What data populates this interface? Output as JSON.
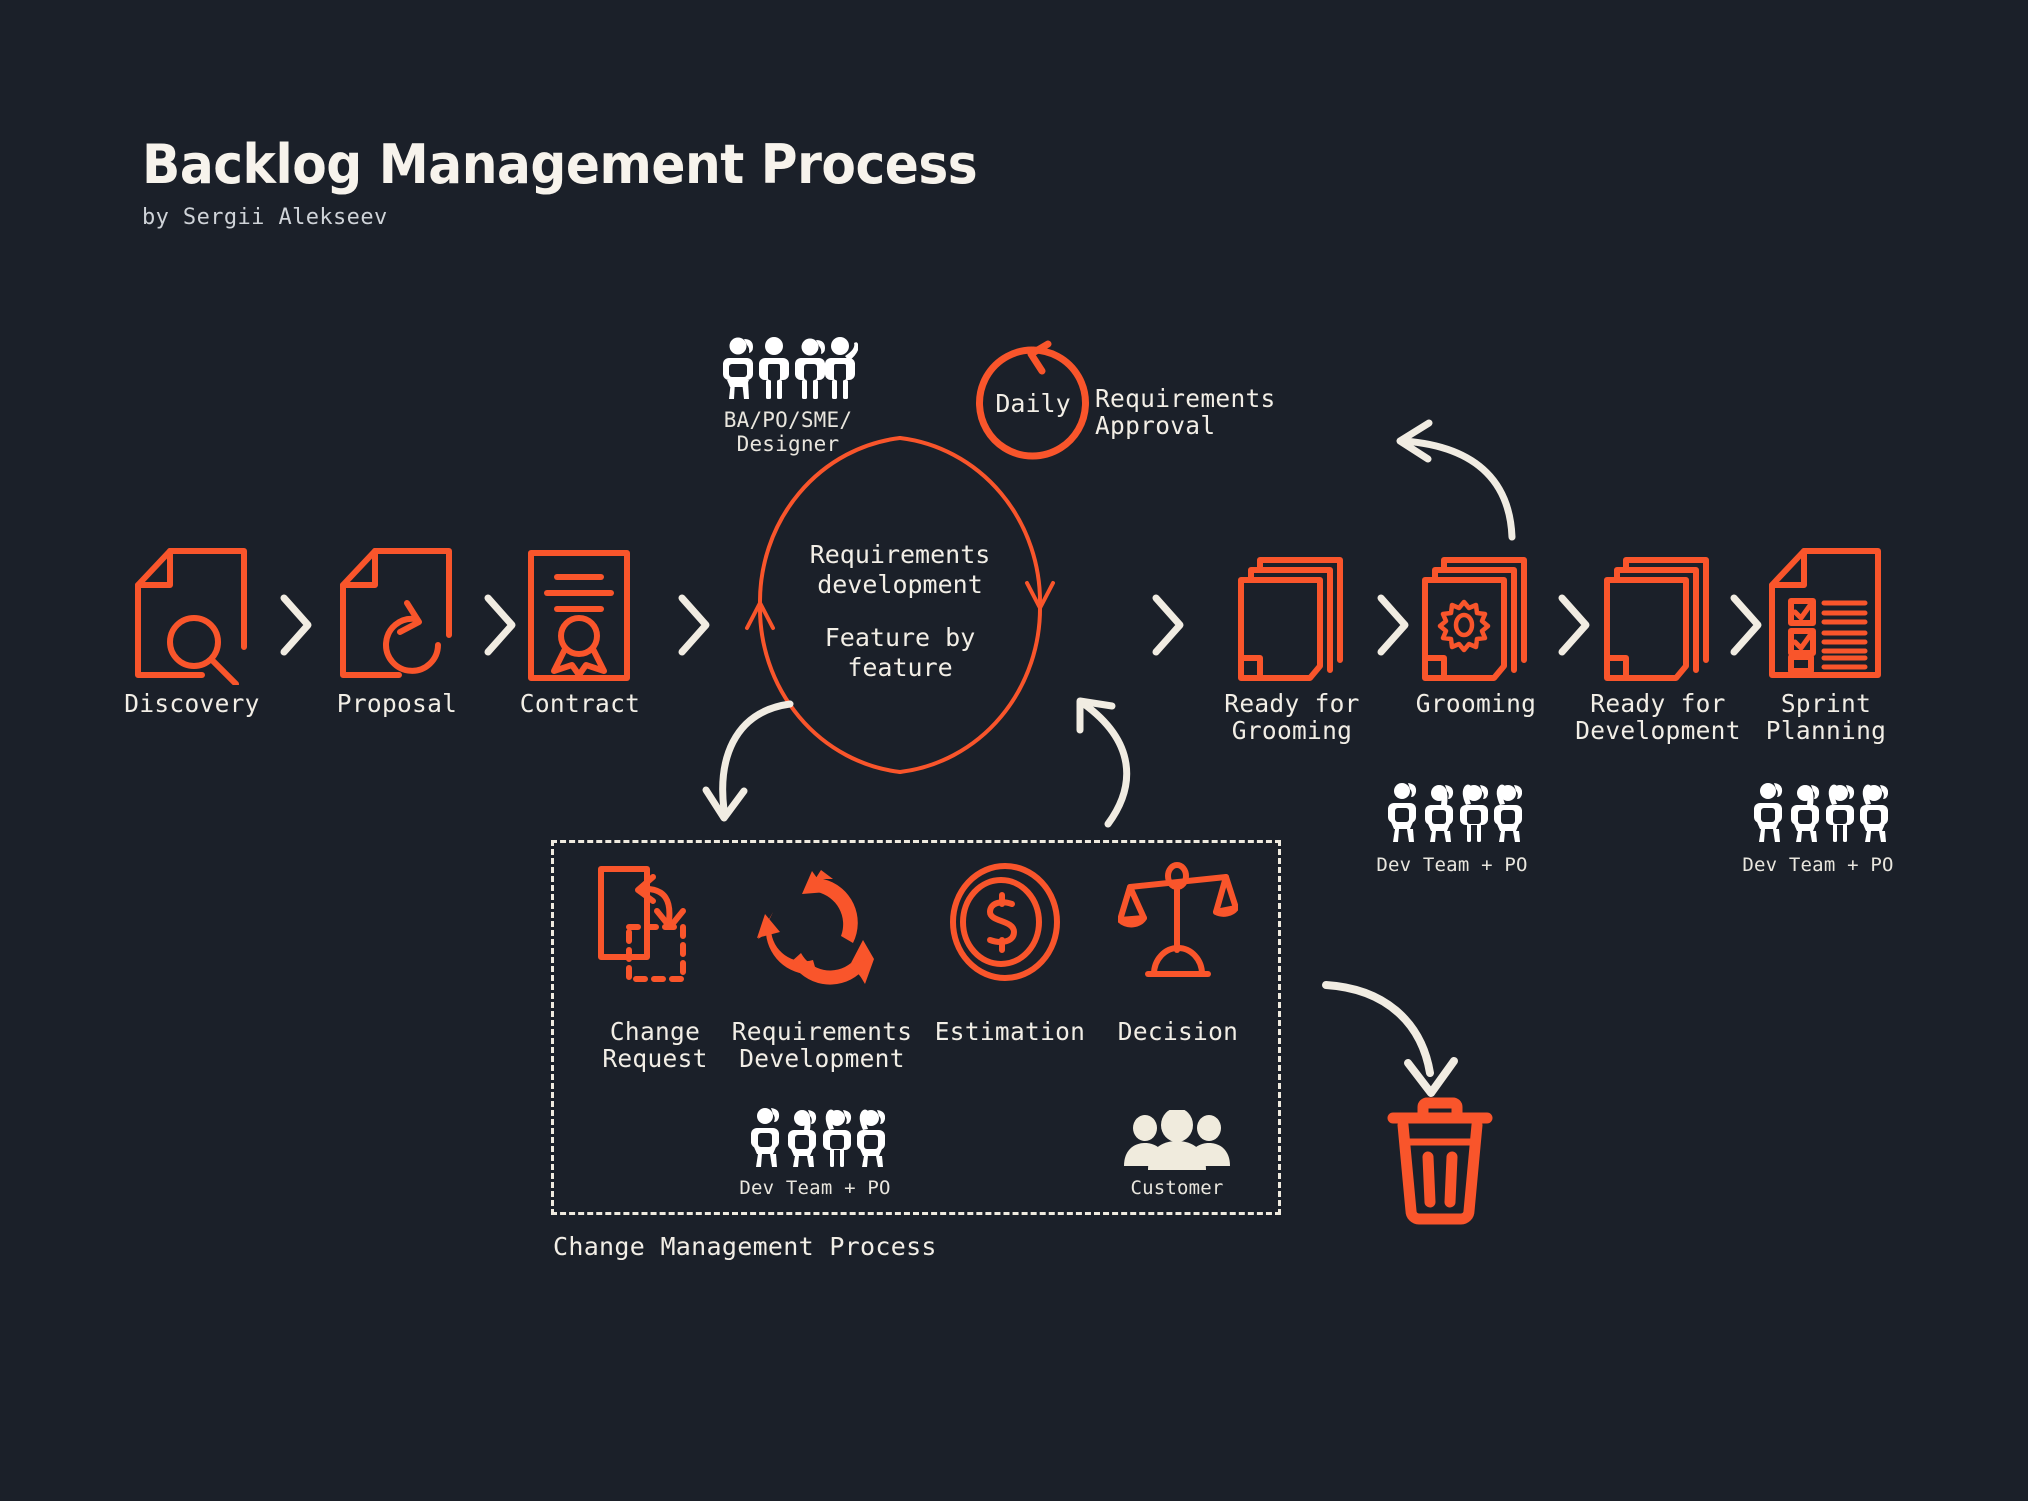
{
  "header": {
    "title": "Backlog Management Process",
    "byline": "by Sergii Alekseev"
  },
  "colors": {
    "background": "#1b2029",
    "accent_orange": "#f9552b",
    "text_cream": "#f2eee6",
    "people_white": "#ffffff",
    "customer_cream": "#f0ebdd"
  },
  "main_flow": {
    "steps": [
      {
        "id": "discovery",
        "label": "Discovery",
        "icon": "document-magnifier-icon"
      },
      {
        "id": "proposal",
        "label": "Proposal",
        "icon": "document-refresh-icon"
      },
      {
        "id": "contract",
        "label": "Contract",
        "icon": "certificate-icon"
      },
      {
        "id": "requirements-cycle",
        "label": "",
        "icon": "cycle-icon"
      },
      {
        "id": "ready-for-grooming",
        "label": "Ready for\nGrooming",
        "icon": "document-stack-icon"
      },
      {
        "id": "grooming",
        "label": "Grooming",
        "icon": "document-stack-gear-icon"
      },
      {
        "id": "ready-for-development",
        "label": "Ready for\nDevelopment",
        "icon": "document-stack-icon"
      },
      {
        "id": "sprint-planning",
        "label": "Sprint\nPlanning",
        "icon": "checklist-document-icon"
      }
    ],
    "chevron_separator": "›"
  },
  "cycle": {
    "center_line_1": "Requirements\ndevelopment",
    "center_line_2": "Feature by\nfeature",
    "daily_badge": "Daily",
    "approval_label": "Requirements\nApproval",
    "participants_label": "BA/PO/SME/\nDesigner",
    "participants_icon": "people-group-icon"
  },
  "actors": {
    "grooming_team": {
      "label": "Dev Team + PO",
      "icon": "people-raised-hands-icon"
    },
    "sprint_team": {
      "label": "Dev Team + PO",
      "icon": "people-raised-hands-icon"
    },
    "cmp_team": {
      "label": "Dev Team + PO",
      "icon": "people-raised-hands-icon"
    },
    "customer": {
      "label": "Customer",
      "icon": "customer-group-icon"
    }
  },
  "change_management": {
    "frame_label": "Change Management Process",
    "items": [
      {
        "id": "change-request",
        "label": "Change\nRequest",
        "icon": "change-request-icon"
      },
      {
        "id": "requirements-development",
        "label": "Requirements\nDevelopment",
        "icon": "recycle-arrows-icon"
      },
      {
        "id": "estimation",
        "label": "Estimation",
        "icon": "dollar-coin-icon"
      },
      {
        "id": "decision",
        "label": "Decision",
        "icon": "balance-scale-icon"
      }
    ]
  },
  "discard": {
    "icon": "trash-bin-icon",
    "label": ""
  }
}
